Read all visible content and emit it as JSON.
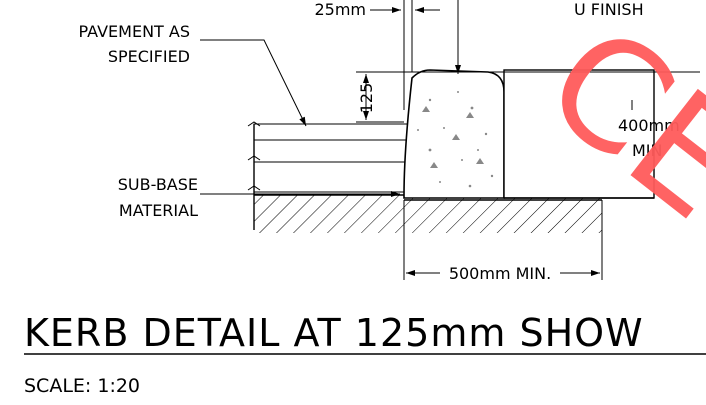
{
  "labels": {
    "pavement_line1": "PAVEMENT AS",
    "pavement_line2": "SPECIFIED",
    "subbase_line1": "SUB-BASE",
    "subbase_line2": "MATERIAL",
    "finish_partial": "U FINISH",
    "min_width_line1": "400mm",
    "min_width_line2": "MIN"
  },
  "dimensions": {
    "top_offset": "25mm",
    "kerb_height": "125",
    "base_width": "500mm MIN."
  },
  "title": "KERB DETAIL AT 125mm SHOW",
  "scale_text": "SCALE: 1:20",
  "stamp_text": "CE",
  "colors": {
    "stamp": "#ff5b5b",
    "ink": "#000000"
  }
}
